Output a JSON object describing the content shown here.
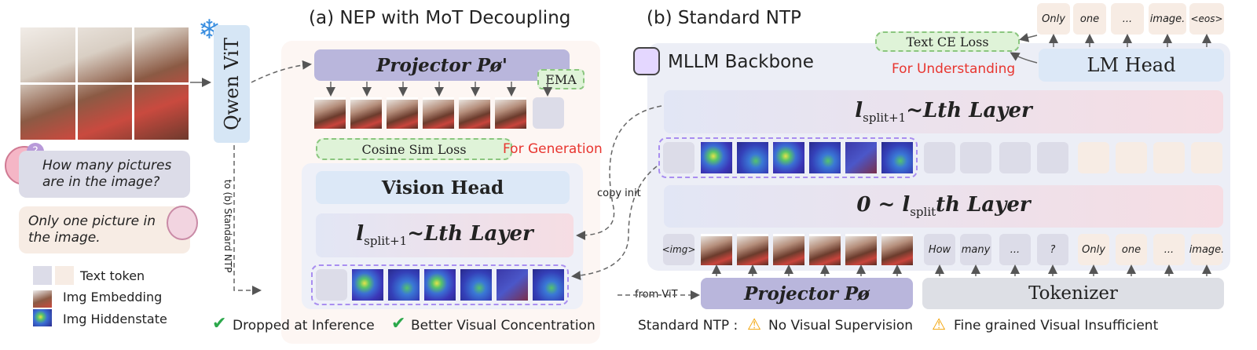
{
  "left": {
    "vit_label": "Qwen ViT",
    "question": "How many pictures are in the image?",
    "answer": "Only one picture in the image.",
    "legend": {
      "text_token": "Text token",
      "img_embedding": "Img Embedding",
      "img_hidden": "Img Hiddenstate"
    },
    "to_ntp_label": "to (b) Standard NTP"
  },
  "panel_a": {
    "title": "(a) NEP with MoT Decoupling",
    "projector": "Projector Pø'",
    "ema": "EMA",
    "cosine_loss": "Cosine Sim Loss",
    "for_generation": "For Generation",
    "vision_head": "Vision Head",
    "layer_label": "l",
    "layer_sub": "split+1",
    "layer_suffix": "~Lth Layer",
    "footer_1": "Dropped at Inference",
    "footer_2": "Better Visual Concentration"
  },
  "panel_b": {
    "title": "(b) Standard NTP",
    "backbone": "MLLM Backbone",
    "text_ce_loss": "Text CE Loss",
    "for_understanding": "For Understanding",
    "lm_head": "LM Head",
    "upper_layer_a": "l",
    "upper_layer_sub": "split+1",
    "upper_layer_b": "~Lth Layer",
    "lower_layer_a": "0 ~ l",
    "lower_layer_sub": "split",
    "lower_layer_b": "th Layer",
    "copy_init": "copy init",
    "from_vit": "from ViT",
    "projector": "Projector Pø",
    "tokenizer": "Tokenizer",
    "ntp_note": "Standard NTP :",
    "warning_1": "No Visual Supervision",
    "warning_2": "Fine grained Visual Insufficient",
    "output_tokens": [
      "Only",
      "one",
      "...",
      "image.",
      "<eos>"
    ],
    "input_tokens": {
      "img": "<img>",
      "text": [
        "How",
        "many",
        "...",
        "?"
      ],
      "answer": [
        "Only",
        "one",
        "...",
        "image."
      ]
    }
  },
  "colors": {
    "purple_box": "#b9b6dc",
    "green_loss": "#dff3d8",
    "red_text": "#e8352f",
    "blue_head": "#dce8f7",
    "pink_layer": "#f6dde3"
  }
}
